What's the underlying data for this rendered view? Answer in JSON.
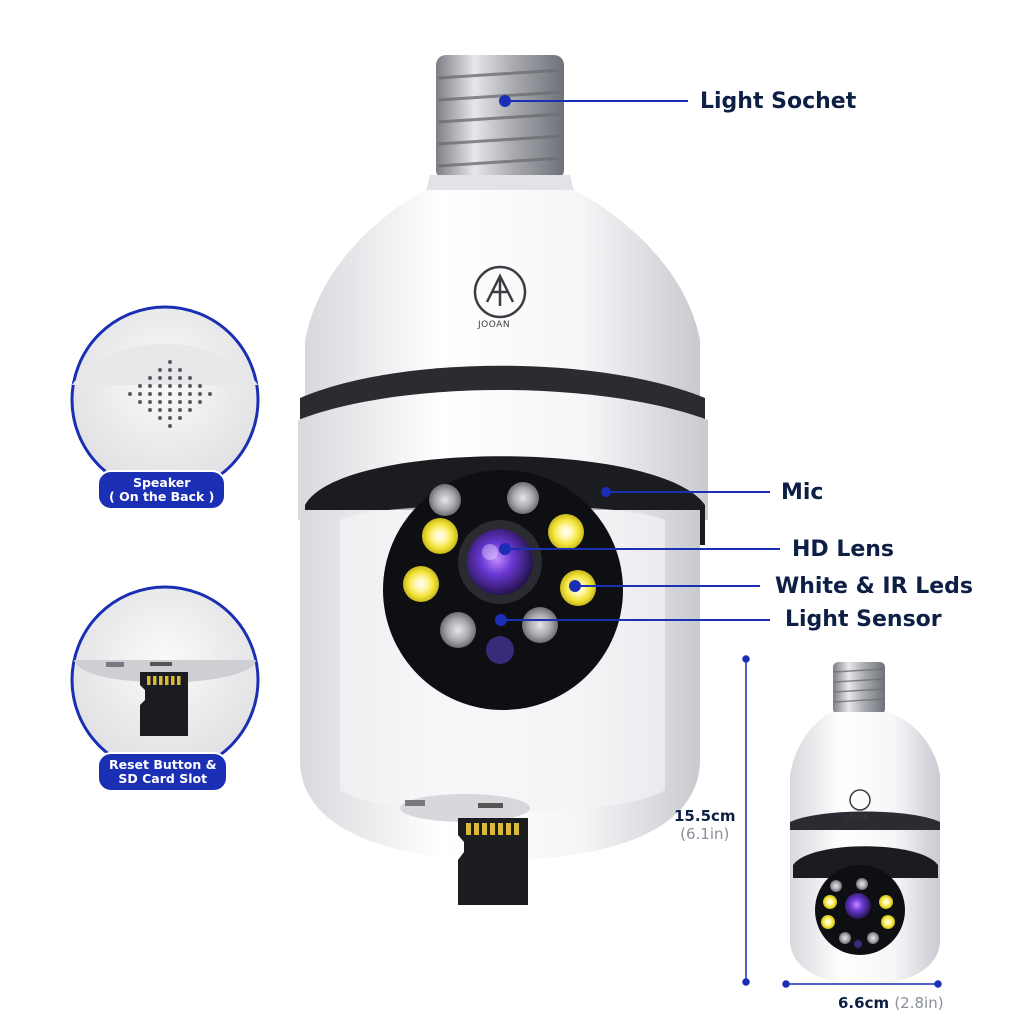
{
  "brand": "JOOAN",
  "callouts": {
    "light_socket": "Light Sochet",
    "mic": "Mic",
    "hd_lens": "HD Lens",
    "leds": "White & IR Leds",
    "light_sensor": "Light Sensor"
  },
  "insets": {
    "speaker": {
      "line1": "Speaker",
      "line2": "( On the Back )"
    },
    "sd_slot": {
      "line1": "Reset Button &",
      "line2": "SD Card Slot"
    }
  },
  "dimensions": {
    "height_cm": "15.5cm",
    "height_in": "(6.1in)",
    "width_cm": "6.6cm",
    "width_in": "(2.8in)"
  },
  "colors": {
    "accent": "#1b2fb5",
    "text": "#0d1f45",
    "led_white": "#f2e33a",
    "lens": "#7a3fd9"
  }
}
